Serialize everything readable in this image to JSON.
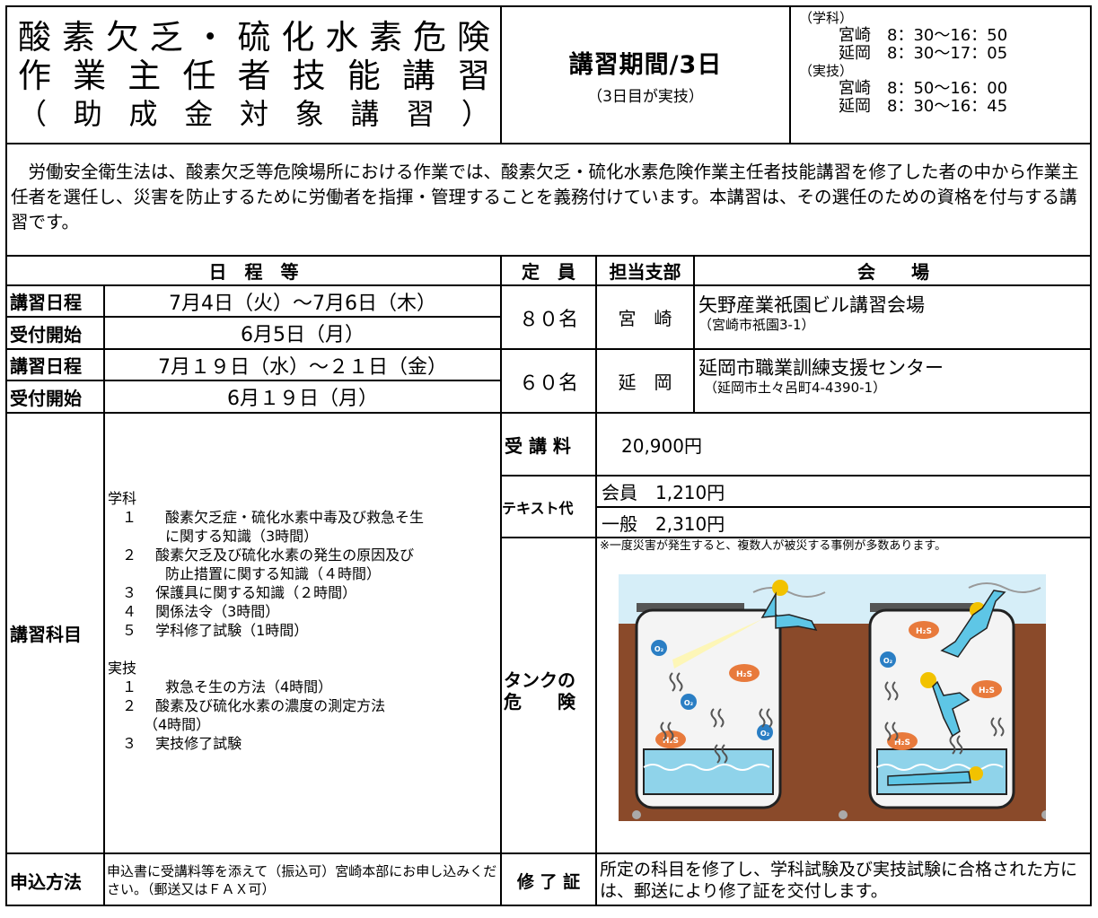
{
  "title": {
    "line1": [
      "酸",
      "素",
      "欠",
      "乏",
      "・",
      "硫",
      "化",
      "水",
      "素",
      "危",
      "険"
    ],
    "line2": [
      "作",
      "業",
      "主",
      "任",
      "者",
      "技",
      "能",
      "講",
      "習"
    ],
    "line3": [
      "（",
      "助",
      "成",
      "金",
      "対",
      "象",
      "講",
      "習",
      "）"
    ]
  },
  "period": {
    "main": "講習期間/3日",
    "sub": "（3日目が実技）"
  },
  "schedule": [
    "（学科）",
    "　宮崎　8：30～16：50",
    "　延岡　8：30～17：05",
    "（実技）",
    "　宮崎　8：50～16：00",
    "　延岡　8：30～16：45"
  ],
  "intro": "　労働安全衛生法は、酸素欠乏等危険場所における作業では、酸素欠乏・硫化水素危険作業主任者技能講習を修了した者の中から作業主任者を選任し、災害を防止するために労働者を指揮・管理することを義務付けています。本講習は、その選任のための資格を付与する講習です。",
  "headers": {
    "schedule": "日　程　等",
    "capacity": "定　員",
    "branch": "担当支部",
    "venue": "会　　場"
  },
  "sessions": [
    {
      "course_label": "講習日程",
      "course_dates": "7月4日（火）～7月6日（木）",
      "reg_label": "受付開始",
      "reg_date": "6月5日（月）",
      "capacity": "８０名",
      "branch": "宮　崎",
      "venue": "矢野産業祇園ビル講習会場",
      "address": "（宮崎市祇園3-1）"
    },
    {
      "course_label": "講習日程",
      "course_dates": "7月１９日（水）～２１日（金）",
      "reg_label": "受付開始",
      "reg_date": "6月１９日（月）",
      "capacity": "６０名",
      "branch": "延　岡",
      "venue": "延岡市職業訓練支援センター",
      "address": "（延岡市土々呂町4-4390-1）"
    }
  ],
  "subjects": {
    "label": "講習科目",
    "lines": [
      "学科",
      "　１　　酸素欠乏症・硫化水素中毒及び救急そ生",
      "　　　　に関する知識（3時間）",
      "　２　 酸素欠乏及び硫化水素の発生の原因及び",
      "　　　　防止措置に関する知識（４時間）",
      "　３　 保護具に関する知識（２時間）",
      "　４　 関係法令（3時間）",
      "　５　 学科修了試験（1時間）",
      "",
      "実技",
      "　１　　救急そ生の方法（4時間）",
      "　２　 酸素及び硫化水素の濃度の測定方法",
      "　　　（4時間）",
      "　３　 実技修了試験"
    ]
  },
  "fee": {
    "label": "受 講 料",
    "value": "20,900円"
  },
  "textbook": {
    "label": "テキスト代",
    "member": "会員　1,210円",
    "general": "一般　2,310円"
  },
  "danger": {
    "label1": "タンクの",
    "label2": "危　　険",
    "note": "※一度災害が発生すると、複数人が被災する事例が多数あります。",
    "gas_o2": "O₂",
    "gas_h2s": "H₂S"
  },
  "application": {
    "label": "申込方法",
    "text": "申込書に受講料等を添えて（振込可）宮崎本部にお申し込みください。（郵送又はＦＡＸ可）"
  },
  "certificate": {
    "label": "修 了 証",
    "text": "所定の科目を修了し、学科試験及び実技試験に合格された方には、郵送により修了証を交付します。"
  },
  "colors": {
    "sky": "#d6eef8",
    "soil": "#8a4a2a",
    "tank": "#f4f4f4",
    "worker": "#5ec6e6",
    "helmet": "#f2c200",
    "o2": "#2a7ec4",
    "h2s": "#e87a3c"
  }
}
